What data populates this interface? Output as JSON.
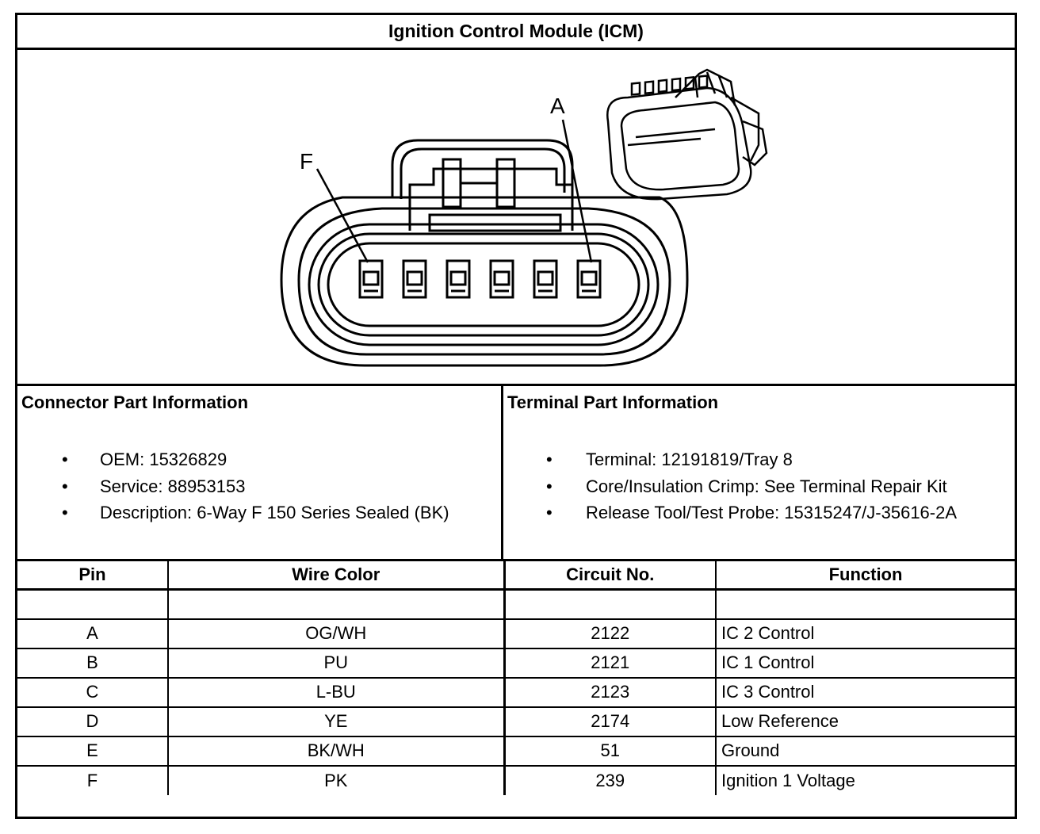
{
  "title": "Ignition Control Module (ICM)",
  "figure": {
    "callouts": {
      "pin_a": "A",
      "pin_f": "F"
    },
    "icons": [
      "connector-face-drawing",
      "connector-isometric-drawing"
    ]
  },
  "connector_info": {
    "heading": "Connector Part Information",
    "items": [
      "OEM: 15326829",
      "Service: 88953153",
      "Description: 6-Way F 150 Series Sealed (BK)"
    ]
  },
  "terminal_info": {
    "heading": "Terminal Part Information",
    "items": [
      "Terminal: 12191819/Tray 8",
      "Core/Insulation Crimp: See Terminal Repair Kit",
      "Release Tool/Test Probe: 15315247/J-35616-2A"
    ]
  },
  "bullet": "•",
  "table": {
    "headers": [
      "Pin",
      "Wire Color",
      "Circuit No.",
      "Function"
    ],
    "rows": [
      [
        "",
        "",
        "",
        ""
      ],
      [
        "A",
        "OG/WH",
        "2122",
        "IC 2 Control"
      ],
      [
        "B",
        "PU",
        "2121",
        "IC 1 Control"
      ],
      [
        "C",
        "L-BU",
        "2123",
        "IC 3 Control"
      ],
      [
        "D",
        "YE",
        "2174",
        "Low Reference"
      ],
      [
        "E",
        "BK/WH",
        "51",
        "Ground"
      ],
      [
        "F",
        "PK",
        "239",
        "Ignition 1 Voltage"
      ]
    ]
  }
}
